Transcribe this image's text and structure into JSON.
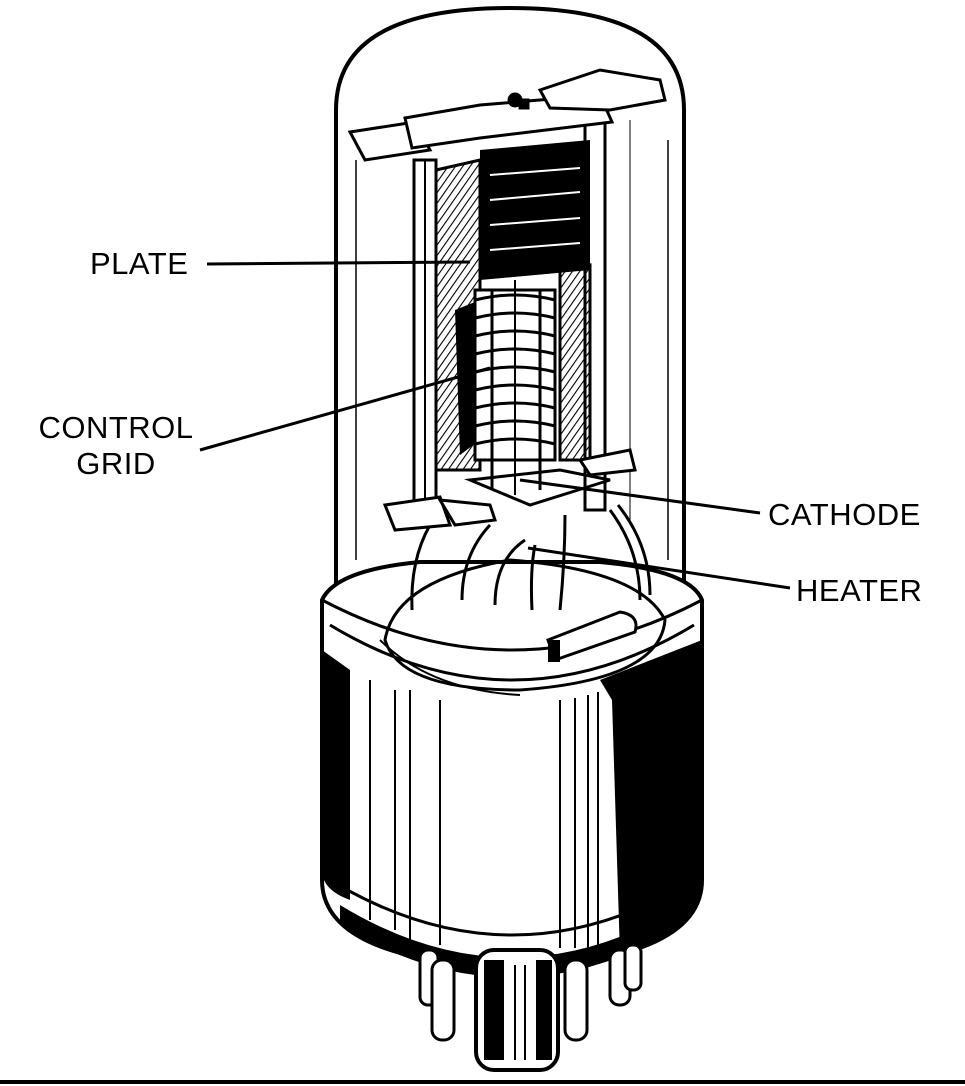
{
  "diagram": {
    "labels": {
      "plate": "PLATE",
      "control_grid_line1": "CONTROL",
      "control_grid_line2": "GRID",
      "cathode": "CATHODE",
      "heater": "HEATER"
    },
    "colors": {
      "ink": "#000000",
      "paper": "#ffffff",
      "glass_shade": "#e6e6e6"
    }
  }
}
